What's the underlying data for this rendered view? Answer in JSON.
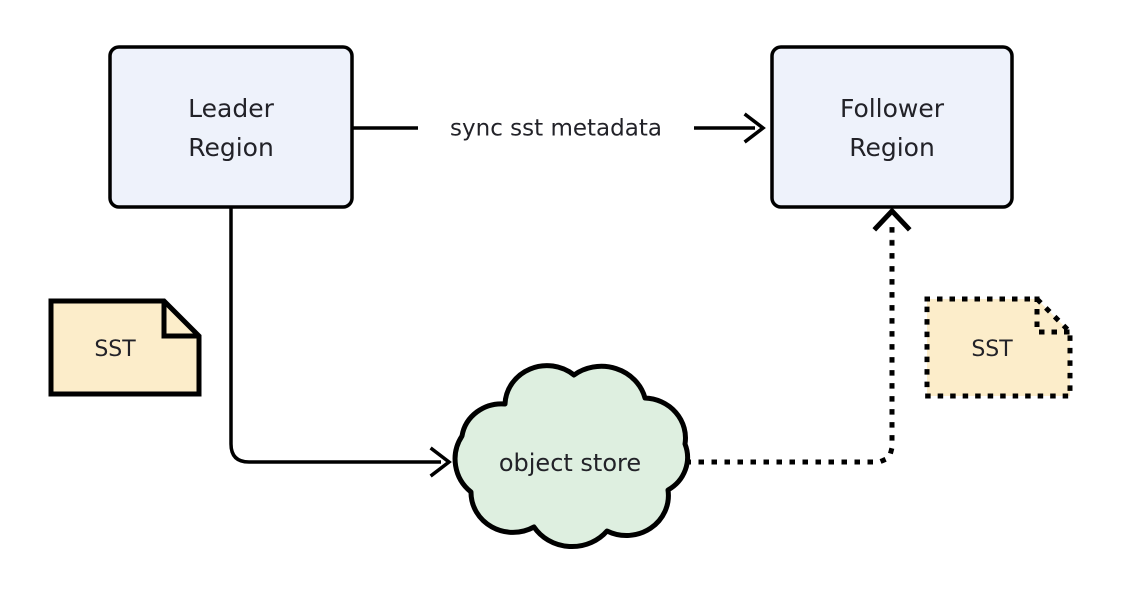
{
  "diagram": {
    "type": "flow-diagram",
    "background_color": "#ffffff",
    "nodes": [
      {
        "id": "leader-region",
        "shape": "rounded-rectangle",
        "label_line1": "Leader",
        "label_line2": "Region",
        "fill": "#eef2fb",
        "stroke": "#000000"
      },
      {
        "id": "follower-region",
        "shape": "rounded-rectangle",
        "label_line1": "Follower",
        "label_line2": "Region",
        "fill": "#eef2fb",
        "stroke": "#000000"
      },
      {
        "id": "sst-leader",
        "shape": "note-document",
        "label": "SST",
        "fill": "#fcedca",
        "stroke": "#000000",
        "stroke_style": "solid"
      },
      {
        "id": "sst-follower",
        "shape": "note-document",
        "label": "SST",
        "fill": "#fcedca",
        "stroke": "#000000",
        "stroke_style": "dotted"
      },
      {
        "id": "object-store",
        "shape": "cloud",
        "label": "object store",
        "fill": "#deefe0",
        "stroke": "#000000"
      }
    ],
    "edges": [
      {
        "id": "leader-to-follower",
        "from": "leader-region",
        "to": "follower-region",
        "label": "sync sst metadata",
        "style": "solid",
        "arrow": "open"
      },
      {
        "id": "leader-to-object-store",
        "from": "leader-region",
        "to": "object-store",
        "label": "",
        "style": "solid",
        "arrow": "open"
      },
      {
        "id": "object-store-to-follower",
        "from": "object-store",
        "to": "follower-region",
        "label": "",
        "style": "dotted",
        "arrow": "filled"
      }
    ]
  }
}
